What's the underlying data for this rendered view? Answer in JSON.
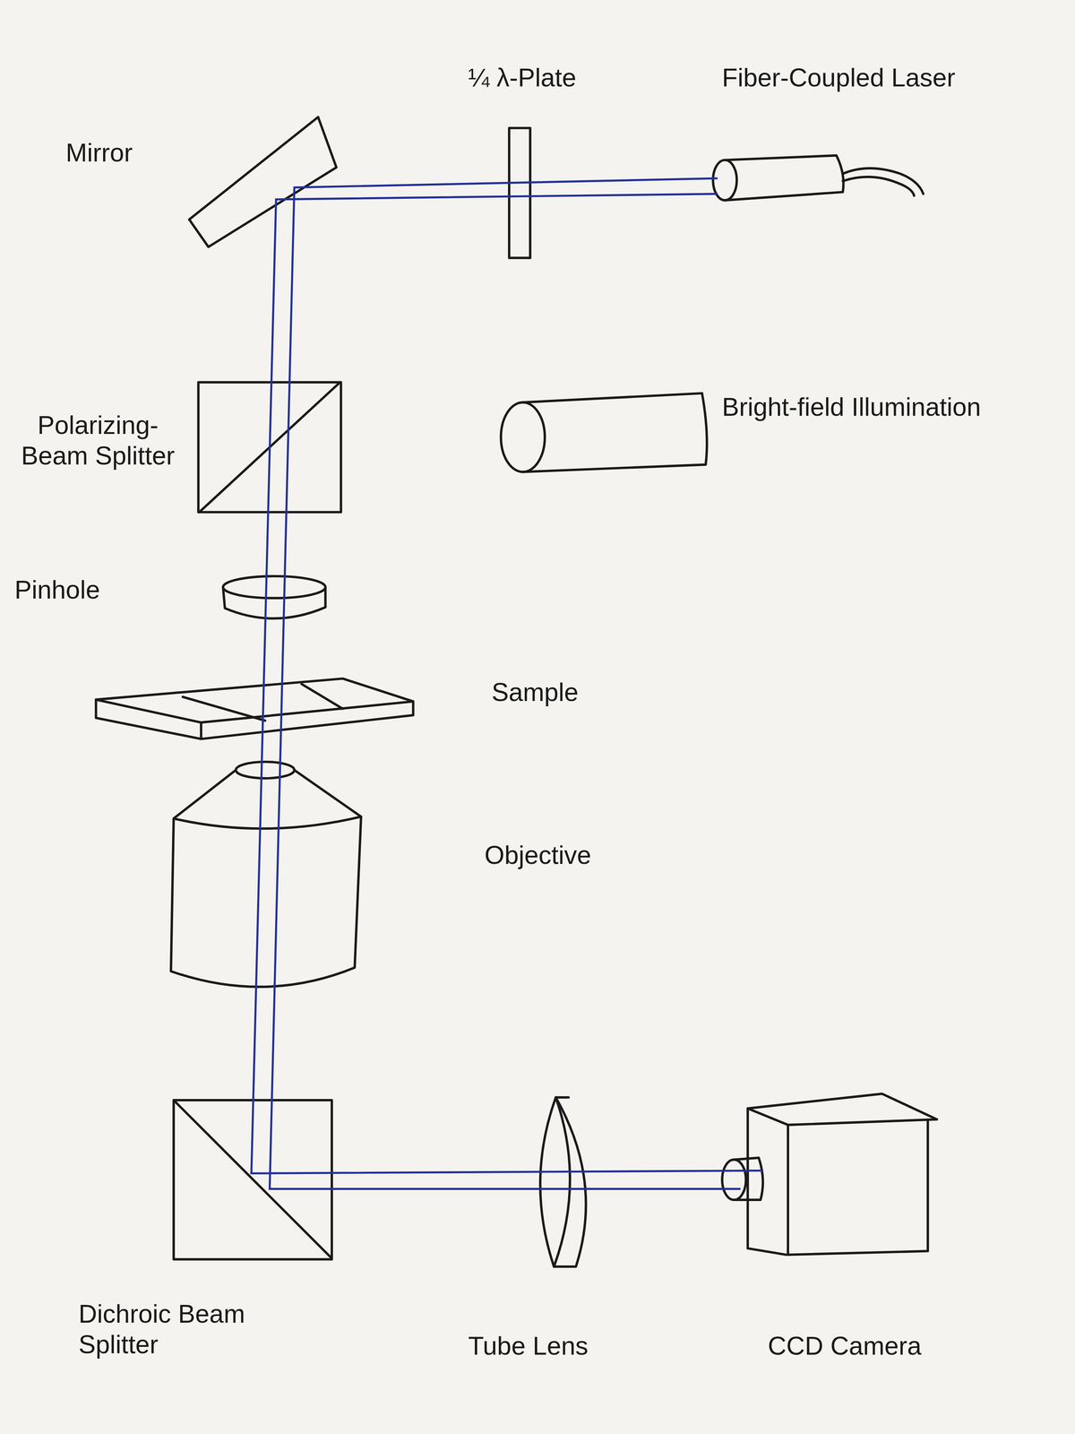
{
  "diagram": {
    "labels": [
      "Mirror",
      "¼ λ-Plate",
      "Fiber-Coupled Laser",
      "Polarizing-Beam Splitter",
      "Bright-field Illumination",
      "Pinhole",
      "Sample",
      "Objective",
      "Dichroic Beam Splitter",
      "Tube Lens",
      "CCD Camera"
    ]
  }
}
